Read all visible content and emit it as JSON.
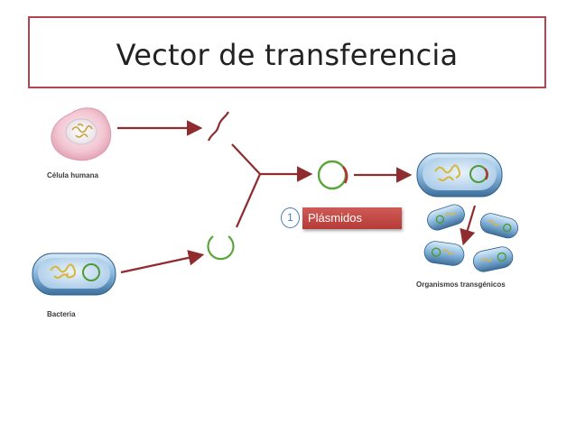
{
  "title": "Vector de transferencia",
  "captions": {
    "human_cell": "Célula humana",
    "bacteria": "Bacteria",
    "transgenic": "Organismos transgénicos"
  },
  "callout": {
    "number": "1",
    "label": "Plásmidos"
  },
  "colors": {
    "frame": "#b0474f",
    "arrow": "#8e2c30",
    "plasmid": "#5aa63c",
    "callout": "#c24a47"
  }
}
